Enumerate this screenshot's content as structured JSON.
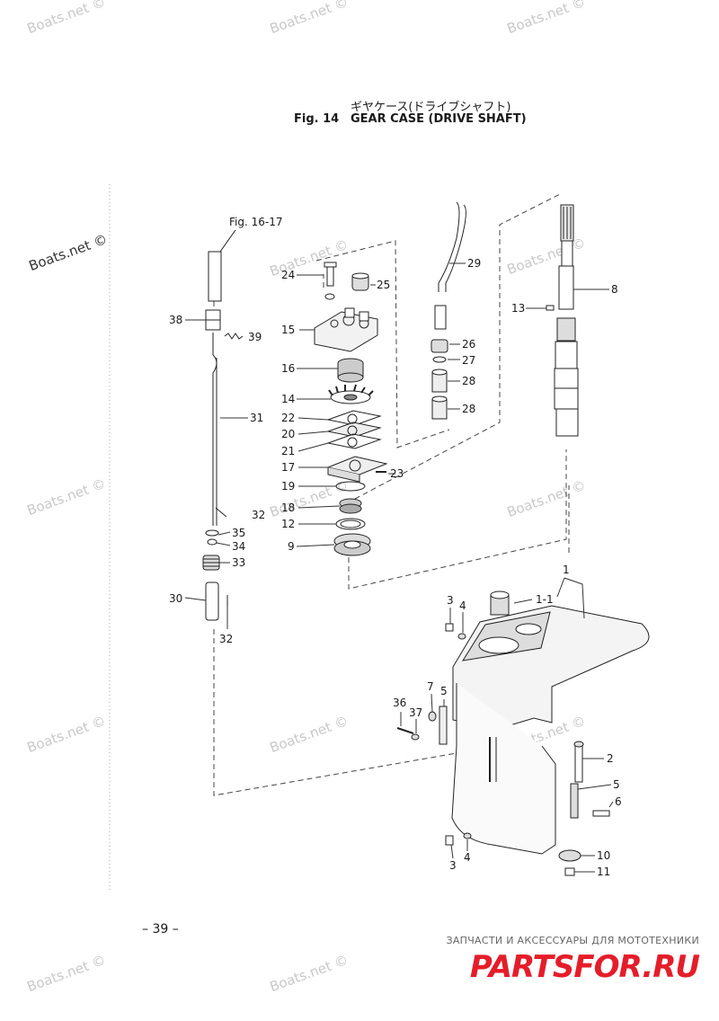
{
  "header": {
    "japanese_title": "ギヤケース(ドライブシャフト)",
    "fig_number": "Fig. 14",
    "title": "GEAR CASE (DRIVE SHAFT)"
  },
  "reference": "Fig. 16-17",
  "page_number": "– 39 –",
  "watermark": "Boats.net ©",
  "shop": {
    "caption": "ЗАПЧАСТИ И АКСЕССУАРЫ ДЛЯ МОТОТЕХНИКИ",
    "logo": "PARTSFOR.RU"
  },
  "callouts": [
    {
      "id": "c24",
      "text": "24"
    },
    {
      "id": "c25",
      "text": "25"
    },
    {
      "id": "c15",
      "text": "15"
    },
    {
      "id": "c16",
      "text": "16"
    },
    {
      "id": "c14",
      "text": "14"
    },
    {
      "id": "c22",
      "text": "22"
    },
    {
      "id": "c20",
      "text": "20"
    },
    {
      "id": "c21",
      "text": "21"
    },
    {
      "id": "c17",
      "text": "17"
    },
    {
      "id": "c23",
      "text": "23"
    },
    {
      "id": "c19",
      "text": "19"
    },
    {
      "id": "c18",
      "text": "18"
    },
    {
      "id": "c12",
      "text": "12"
    },
    {
      "id": "c9",
      "text": "9"
    },
    {
      "id": "c29",
      "text": "29"
    },
    {
      "id": "c26",
      "text": "26"
    },
    {
      "id": "c27",
      "text": "27"
    },
    {
      "id": "c28a",
      "text": "28"
    },
    {
      "id": "c28b",
      "text": "28"
    },
    {
      "id": "c8",
      "text": "8"
    },
    {
      "id": "c13",
      "text": "13"
    },
    {
      "id": "c38",
      "text": "38"
    },
    {
      "id": "c39",
      "text": "39"
    },
    {
      "id": "c31",
      "text": "31"
    },
    {
      "id": "c32a",
      "text": "32"
    },
    {
      "id": "c35",
      "text": "35"
    },
    {
      "id": "c34",
      "text": "34"
    },
    {
      "id": "c33",
      "text": "33"
    },
    {
      "id": "c30",
      "text": "30"
    },
    {
      "id": "c32b",
      "text": "32"
    },
    {
      "id": "c1",
      "text": "1"
    },
    {
      "id": "c1-1",
      "text": "1-1"
    },
    {
      "id": "c3a",
      "text": "3"
    },
    {
      "id": "c4a",
      "text": "4"
    },
    {
      "id": "c36",
      "text": "36"
    },
    {
      "id": "c7",
      "text": "7"
    },
    {
      "id": "c5a",
      "text": "5"
    },
    {
      "id": "c37",
      "text": "37"
    },
    {
      "id": "c2",
      "text": "2"
    },
    {
      "id": "c5b",
      "text": "5"
    },
    {
      "id": "c6",
      "text": "6"
    },
    {
      "id": "c10",
      "text": "10"
    },
    {
      "id": "c11",
      "text": "11"
    },
    {
      "id": "c3b",
      "text": "3"
    },
    {
      "id": "c4b",
      "text": "4"
    }
  ]
}
